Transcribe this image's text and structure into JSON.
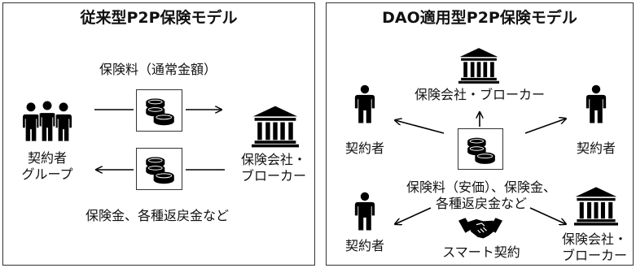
{
  "left": {
    "title": "従来型P2P保険モデル",
    "premium_label": "保険料（通常金額）",
    "group_label_line1": "契約者",
    "group_label_line2": "グループ",
    "insurer_label_line1": "保険会社・",
    "insurer_label_line2": "ブローカー",
    "payout_label": "保険金、各種返戻金など"
  },
  "right": {
    "title": "DAO適用型P2P保険モデル",
    "top_insurer_label": "保険会社・ブローカー",
    "contractor_tl_label": "契約者",
    "contractor_tr_label": "契約者",
    "contractor_bl_label": "契約者",
    "center_label_line1": "保険料（安価）、保険金、",
    "center_label_line2": "各種返戻金など",
    "smart_contract_label": "スマート契約",
    "bottom_insurer_line1": "保険会社・",
    "bottom_insurer_line2": "ブローカー"
  },
  "icons": [
    "group-people-icon",
    "bank-icon",
    "coins-icon",
    "person-icon",
    "handshake-icon"
  ]
}
